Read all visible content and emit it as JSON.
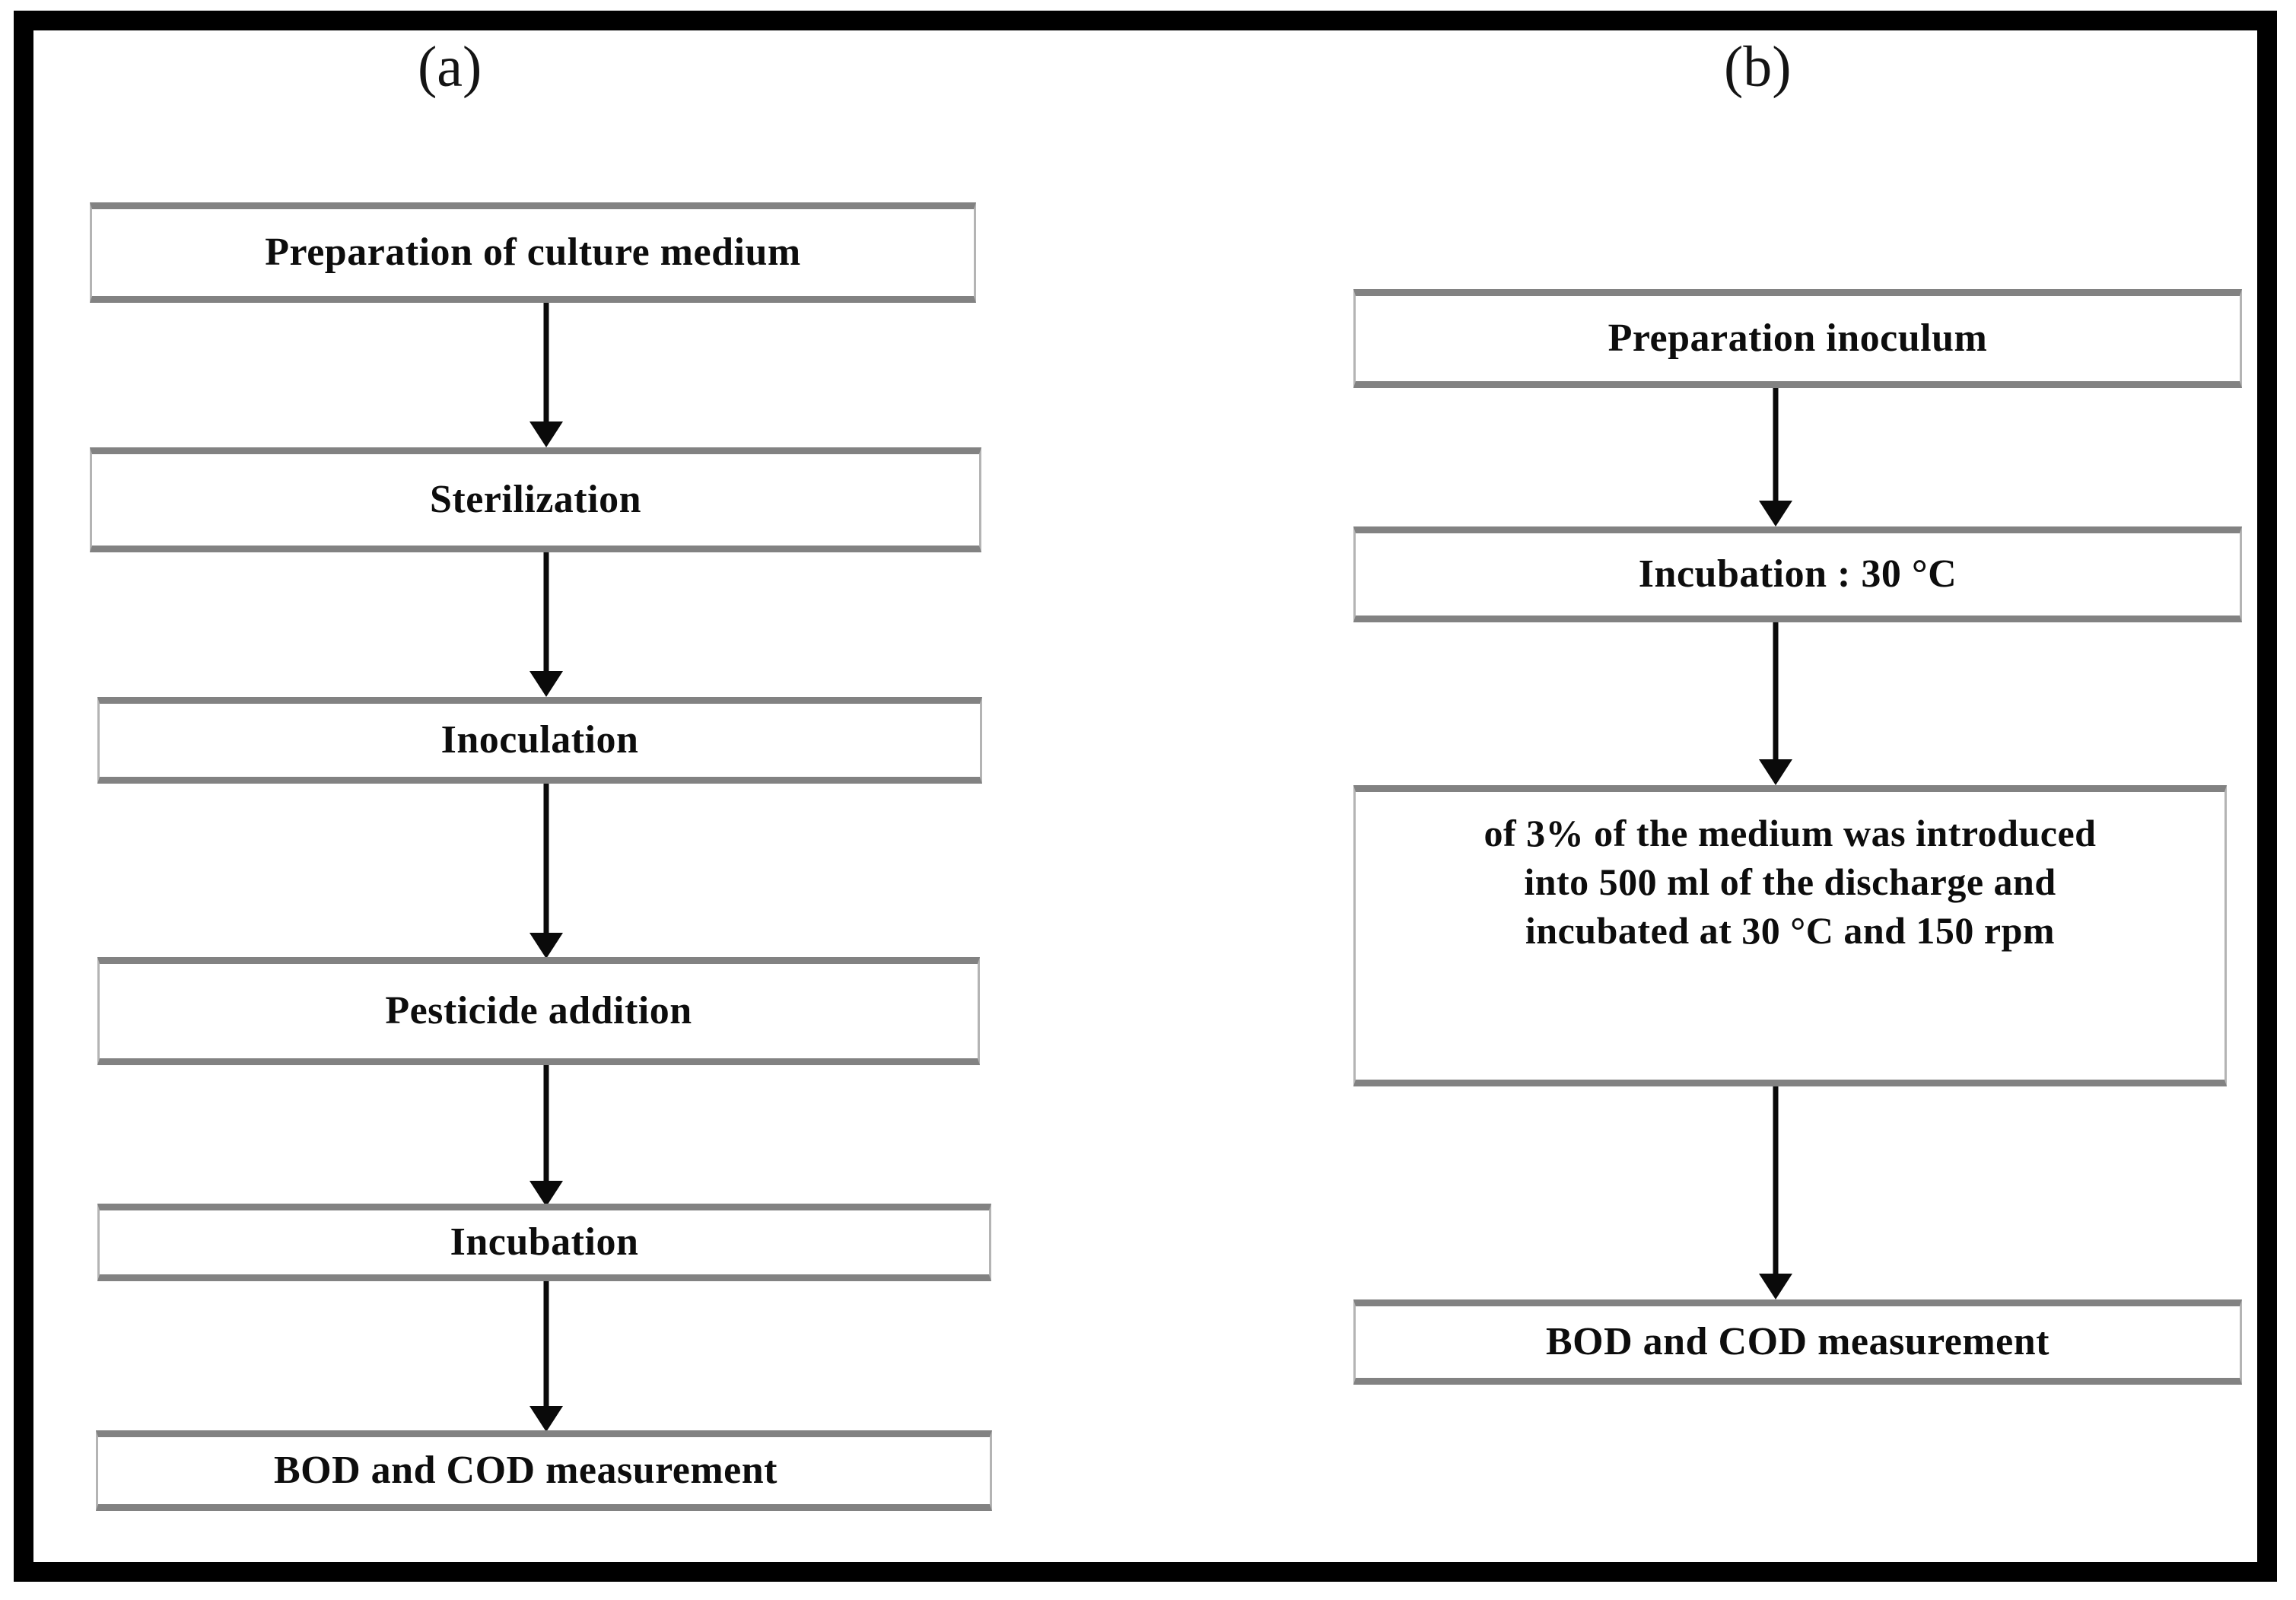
{
  "figure": {
    "title": "Experimental procedure flowcharts",
    "background_color": "#ffffff",
    "frame_color": "#000000",
    "box_border_color": "#828282",
    "text_color": "#0d0d0d"
  },
  "panels": [
    {
      "id": "a",
      "label": "(a)",
      "nodes": [
        {
          "id": "a1",
          "text": "Preparation of culture medium"
        },
        {
          "id": "a2",
          "text": "Sterilization"
        },
        {
          "id": "a3",
          "text": "Inoculation"
        },
        {
          "id": "a4",
          "text": "Pesticide addition"
        },
        {
          "id": "a5",
          "text": "Incubation"
        },
        {
          "id": "a6",
          "text": "BOD and COD measurement"
        }
      ],
      "connectors": [
        {
          "from": "a1",
          "to": "a2"
        },
        {
          "from": "a2",
          "to": "a3"
        },
        {
          "from": "a3",
          "to": "a4"
        },
        {
          "from": "a4",
          "to": "a5"
        },
        {
          "from": "a5",
          "to": "a6"
        }
      ]
    },
    {
      "id": "b",
      "label": "(b)",
      "nodes": [
        {
          "id": "b1",
          "text": "Preparation  inoculum"
        },
        {
          "id": "b2",
          "text": "Incubation : 30 °C"
        },
        {
          "id": "b3",
          "text": "of 3% of the medium  was introduced\ninto 500 ml of the discharge and\nincubated at 30 °C  and 150 rpm"
        },
        {
          "id": "b4",
          "text": "BOD and COD measurement"
        }
      ],
      "connectors": [
        {
          "from": "b1",
          "to": "b2"
        },
        {
          "from": "b2",
          "to": "b3"
        },
        {
          "from": "b3",
          "to": "b4"
        }
      ]
    }
  ]
}
